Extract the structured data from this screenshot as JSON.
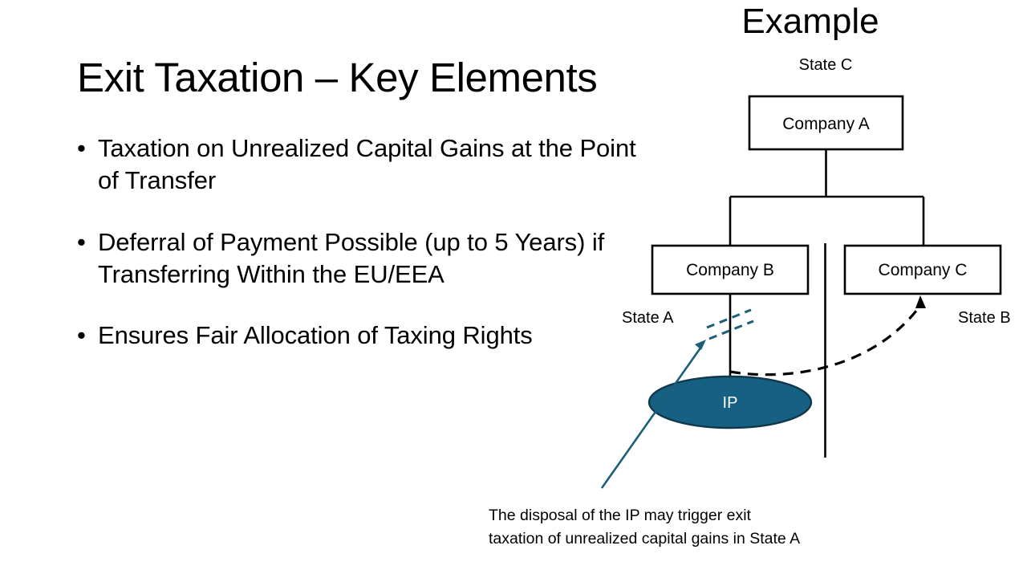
{
  "slide": {
    "title": "Exit Taxation – Key Elements",
    "bullet_marker": "•",
    "bullets": [
      "Taxation on Unrealized Capital Gains at the Point of Transfer",
      "Deferral of Payment Possible (up to 5 Years) if Transferring Within the EU/EEA",
      "Ensures Fair Allocation of Taxing Rights"
    ]
  },
  "diagram": {
    "heading": "Example",
    "nodes": {
      "company_a": "Company A",
      "company_b": "Company B",
      "company_c": "Company C",
      "ip": "IP"
    },
    "state_labels": {
      "state_c": "State C",
      "state_a": "State A",
      "state_b": "State B"
    },
    "caption_line_1": "The disposal of the IP may trigger exit",
    "caption_line_2": "taxation of unrealized capital gains in State A"
  },
  "colors": {
    "ip_fill": "#166083",
    "ip_stroke": "#10384a",
    "ip_text": "#e8f4f8",
    "accent_teal": "#1b5e78",
    "line_black": "#000000",
    "background": "#ffffff"
  }
}
